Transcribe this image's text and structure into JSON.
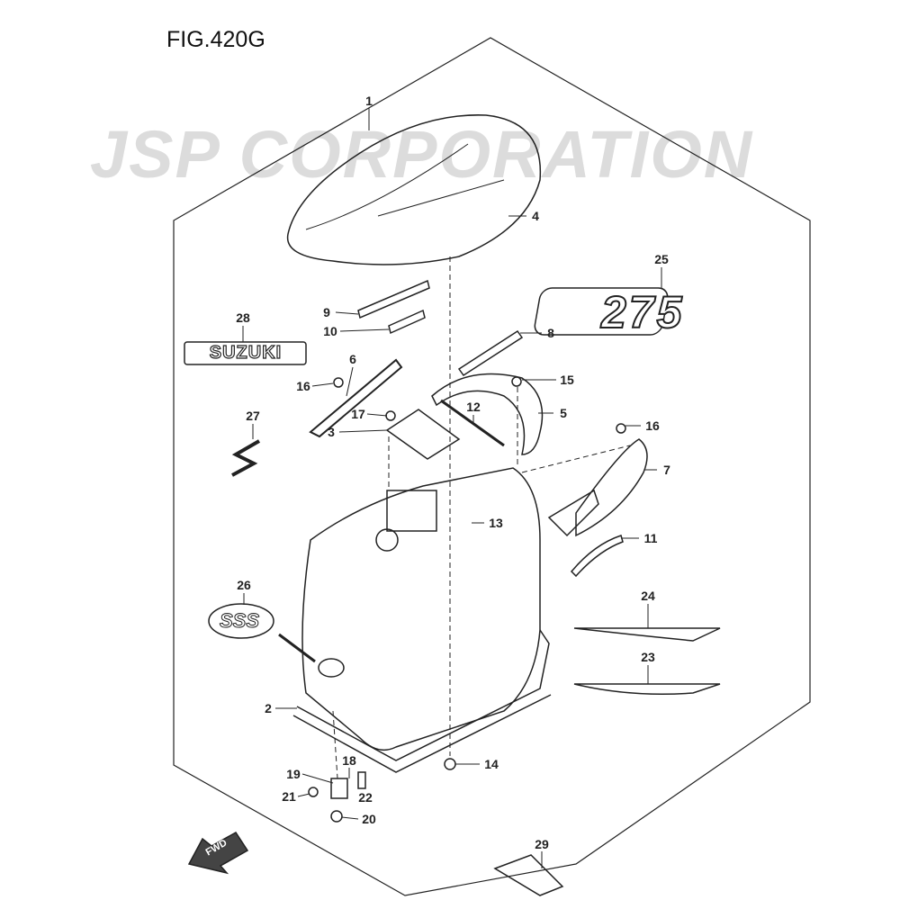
{
  "figure_title": "FIG.420G",
  "watermark": "JSP CORPORATION",
  "decals": {
    "brand": "SUZUKI",
    "model_number": "275",
    "emblem": "SSS",
    "direction": "FWD"
  },
  "callouts": [
    {
      "id": "c1",
      "label": "1"
    },
    {
      "id": "c4",
      "label": "4"
    },
    {
      "id": "c25",
      "label": "25"
    },
    {
      "id": "c28",
      "label": "28"
    },
    {
      "id": "c9",
      "label": "9"
    },
    {
      "id": "c10",
      "label": "10"
    },
    {
      "id": "c8",
      "label": "8"
    },
    {
      "id": "c6",
      "label": "6"
    },
    {
      "id": "c16a",
      "label": "16"
    },
    {
      "id": "c15",
      "label": "15"
    },
    {
      "id": "c17",
      "label": "17"
    },
    {
      "id": "c12",
      "label": "12"
    },
    {
      "id": "c3",
      "label": "3"
    },
    {
      "id": "c5",
      "label": "5"
    },
    {
      "id": "c16b",
      "label": "16"
    },
    {
      "id": "c27",
      "label": "27"
    },
    {
      "id": "c7",
      "label": "7"
    },
    {
      "id": "c13",
      "label": "13"
    },
    {
      "id": "c11",
      "label": "11"
    },
    {
      "id": "c26",
      "label": "26"
    },
    {
      "id": "c24",
      "label": "24"
    },
    {
      "id": "c23",
      "label": "23"
    },
    {
      "id": "c2",
      "label": "2"
    },
    {
      "id": "c14",
      "label": "14"
    },
    {
      "id": "c19",
      "label": "19"
    },
    {
      "id": "c18",
      "label": "18"
    },
    {
      "id": "c21",
      "label": "21"
    },
    {
      "id": "c22",
      "label": "22"
    },
    {
      "id": "c20",
      "label": "20"
    },
    {
      "id": "c29",
      "label": "29"
    }
  ]
}
